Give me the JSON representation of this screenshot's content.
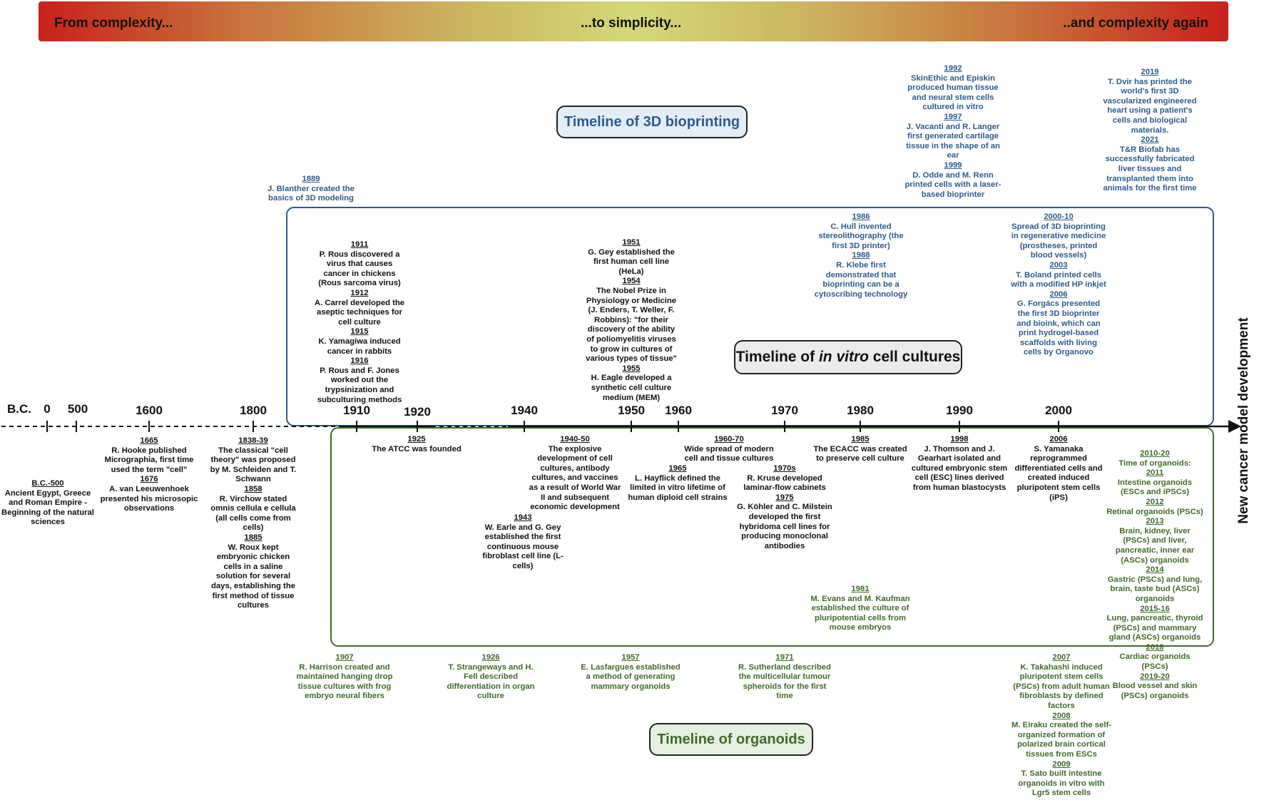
{
  "header": {
    "left": "From complexity...",
    "center": "...to simplicity...",
    "right": "..and complexity again"
  },
  "side_label": "New cancer model development",
  "boxes": {
    "bioprinting": "Timeline of 3D bioprinting",
    "cell_cultures_pre": "Timeline of ",
    "cell_cultures_em": "in vitro",
    "cell_cultures_post": " cell cultures",
    "organoids": "Timeline of organoids"
  },
  "ticks": [
    "B.C.",
    "0",
    "500",
    "1600",
    "1800",
    "1910",
    "1920",
    "1940",
    "1950",
    "1960",
    "1970",
    "1980",
    "1990",
    "2000"
  ],
  "notes": {
    "bc": [
      {
        "y": "B.C.-500",
        "t": "Ancient Egypt, Greece and Roman Empire - Beginning of the natural sciences"
      }
    ],
    "y1665": [
      {
        "y": "1665",
        "t": "R. Hooke published Micrographia, first time used the term \"cell\""
      },
      {
        "y": "1676",
        "t": "A. van Leeuwenhoek presented his microsopic observations"
      }
    ],
    "y1838": [
      {
        "y": "1838-39",
        "t": "The classical \"cell theory\" was proposed by M. Schleiden and T. Schwann"
      },
      {
        "y": "1858",
        "t": "R. Virchow stated omnis cellula e cellula (all cells come from cells)"
      },
      {
        "y": "1885",
        "t": "W. Roux  kept embryonic chicken cells in a saline solution for several days, establishing the first method of tissue cultures"
      }
    ],
    "y1889": [
      {
        "y": "1889",
        "t": "J. Blanther created the basics of 3D modeling"
      }
    ],
    "y1911": [
      {
        "y": "1911",
        "t": "P.  Rous discovered a virus that causes cancer in chickens (Rous sarcoma virus)"
      },
      {
        "y": "1912",
        "t": "A. Carrel developed the aseptic techniques for cell culture"
      },
      {
        "y": "1915",
        "t": "K. Yamagiwa induced cancer in rabbits"
      },
      {
        "y": "1916",
        "t": "P. Rous and F. Jones worked out the trypsinization and subculturing methods"
      }
    ],
    "y1925": [
      {
        "y": "1925",
        "t": "The ATCC was founded"
      }
    ],
    "y1940": [
      {
        "y": "1940-50",
        "t": "The explosive development of cell cultures, antibody cultures, and vaccines as a result of World War II and subsequent economic development"
      }
    ],
    "y1943": [
      {
        "y": "1943",
        "t": "W. Earle and G. Gey established the first continuous mouse fibroblast cell line (L-cells)"
      }
    ],
    "y1951": [
      {
        "y": "1951",
        "t": "G. Gey established the first human cell line (HeLa)"
      },
      {
        "y": "1954",
        "t": "The Nobel Prize in Physiology or Medicine (J. Enders, T. Weller, F. Robbins): \"for their discovery of the ability of poliomyelitis viruses to grow in cultures of various types of tissue\""
      },
      {
        "y": "1955",
        "t": "H. Eagle developed a synthetic cell culture medium (MEM)"
      }
    ],
    "y1960": [
      {
        "y": "1960-70",
        "t": "Wide spread of modern cell and tissue cultures"
      }
    ],
    "y1965": [
      {
        "y": "1965",
        "t": "L. Hayflick defined the limited in vitro lifetime of human diploid cell strains"
      }
    ],
    "y1970": [
      {
        "y": "1970s",
        "t": "R. Kruse developed laminar-flow cabinets"
      },
      {
        "y": "1975",
        "t": "G. Köhler and C. Milstein developed the first hybridoma cell lines for producing monoclonal antibodies"
      }
    ],
    "y1985": [
      {
        "y": "1985",
        "t": "The ECACC was created to preserve cell culture"
      }
    ],
    "y1998": [
      {
        "y": "1998",
        "t": "J. Thomson and J. Gearhart isolated and cultured embryonic stem cell (ESC) lines derived from human blastocysts"
      }
    ],
    "y2006": [
      {
        "y": "2006",
        "t": "S. Yamanaka reprogrammed differentiated cells and created induced pluripotent stem cells (iPS)"
      }
    ],
    "y1986": [
      {
        "y": "1986",
        "t": "C. Hull invented stereolithography (the first 3D printer)"
      },
      {
        "y": "1988",
        "t": "R. Klebe first demonstrated that bioprinting can be a cytoscribing technology"
      }
    ],
    "y1992": [
      {
        "y": "1992",
        "t": "SkinEthic and Episkin produced human tissue and neural stem cells cultured in vitro"
      },
      {
        "y": "1997",
        "t": "J. Vacanti and R. Langer first generated cartilage tissue in the shape of an ear"
      },
      {
        "y": "1999",
        "t": "D. Odde and M. Renn printed cells with a laser-based bioprinter"
      }
    ],
    "y2000": [
      {
        "y": "2000-10",
        "t": "Spread of 3D bioprinting in regenerative medicine (prostheses, printed blood vessels)"
      },
      {
        "y": "2003",
        "t": "T. Boland printed cells with a modified HP inkjet"
      },
      {
        "y": "2006",
        "t": "G. Forgács presented the first 3D bioprinter and bioink, which can print hydrogel-based scaffolds with living cells by Organovo"
      }
    ],
    "y2019": [
      {
        "y": "2019",
        "t": "T. Dvir has printed the world's first 3D vascularized engineered heart using a patient's cells and biological materials."
      },
      {
        "y": "2021",
        "t": "T&R Biofab has successfully fabricated liver tissues and transplanted them into animals for the first time"
      }
    ],
    "y1981": [
      {
        "y": "1981",
        "t": "M. Evans and M. Kaufman established the culture of pluripotential cells from mouse embryos"
      }
    ],
    "y2010": [
      {
        "y": "2010-20",
        "t": "Time of organoids:"
      },
      {
        "y": "2011",
        "t": "Intestine organoids (ESCs and iPSCs)"
      },
      {
        "y": "2012",
        "t": "Retinal organoids (PSCs)"
      },
      {
        "y": "2013",
        "t": "Brain, kidney, liver (PSCs) and liver, pancreatic, inner ear (ASCs) organoids"
      },
      {
        "y": "2014",
        "t": "Gastric (PSCs) and lung, brain, taste bud (ASCs) organoids"
      },
      {
        "y": "2015-16",
        "t": "Lung, pancreatic, thyroid (PSCs) and mammary gland (ASCs) organoids"
      },
      {
        "y": "2018",
        "t": "Cardiac organoids (PSCs)"
      },
      {
        "y": "2019-20",
        "t": "Blood vessel and skin (PSCs) organoids"
      }
    ],
    "y1907": [
      {
        "y": "1907",
        "t": "R. Harrison created and maintained hanging drop tissue cultures with frog embryo neural fibers"
      }
    ],
    "y1926": [
      {
        "y": "1926",
        "t": "T. Strangeways and H. Fell described differentiation in organ culture"
      }
    ],
    "y1957": [
      {
        "y": "1957",
        "t": "E. Lasfargues established a method of generating mammary organoids"
      }
    ],
    "y1971": [
      {
        "y": "1971",
        "t": "R. Sutherland described the multicellular tumour spheroids for the first time"
      }
    ],
    "y2007": [
      {
        "y": "2007",
        "t": "K. Takahashi induced pluripotent stem cells (PSCs) from adult human fibroblasts by defined factors"
      },
      {
        "y": "2008",
        "t": "M. Eiraku created the self-organized formation of polarized brain cortical tissues from ESCs"
      },
      {
        "y": "2009",
        "t": "T. Sato built intestine organoids in vitro with Lgr5 stem cells"
      }
    ]
  }
}
